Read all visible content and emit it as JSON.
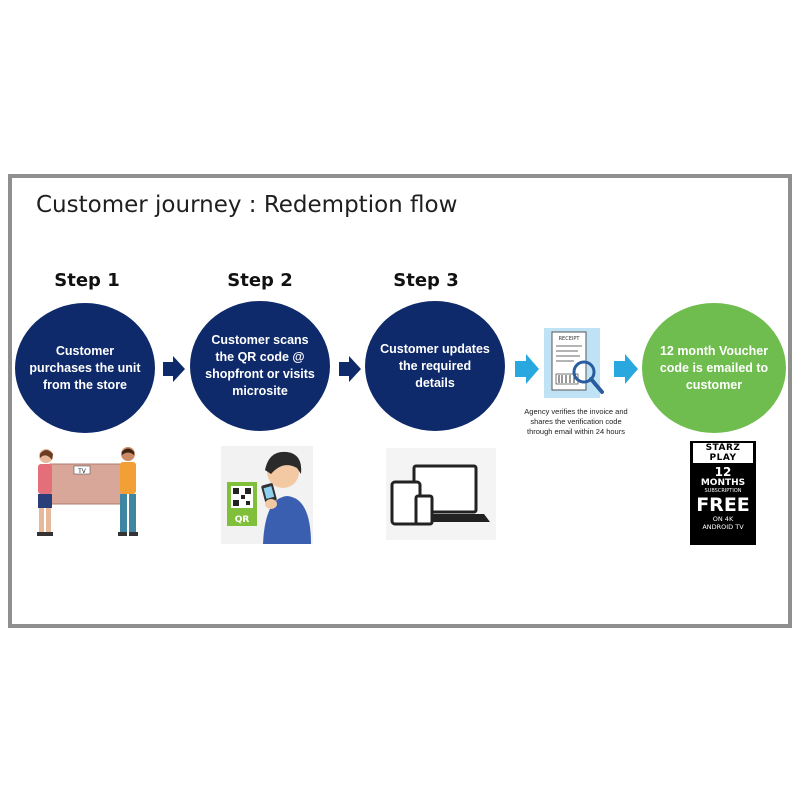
{
  "title": "Customer journey : Redemption flow",
  "steps": [
    {
      "label": "Step 1",
      "text": "Customer purchases the unit from the store"
    },
    {
      "label": "Step 2",
      "text": "Customer scans the QR code @ shopfront or visits microsite"
    },
    {
      "label": "Step 3",
      "text": "Customer updates the required details"
    }
  ],
  "agency": {
    "text": "Agency verifies the invoice and shares the verification code through email within 24 hours",
    "receipt_label": "RECEIPT"
  },
  "final": {
    "text": "12 month Voucher code is emailed to customer"
  },
  "illustrations": {
    "tv_label": "TV",
    "qr_label": "QR"
  },
  "voucher": {
    "brand": "STARZ PLAY",
    "months_num": "12",
    "months": "MONTHS",
    "subscription": "SUBSCRIPTION",
    "free": "FREE",
    "on": "ON 4K",
    "device": "ANDROID TV"
  },
  "colors": {
    "navy": "#0f2a6b",
    "green": "#6fbd4e",
    "arrow_navy": "#0f2a6b",
    "arrow_cyan": "#29a8e0"
  }
}
